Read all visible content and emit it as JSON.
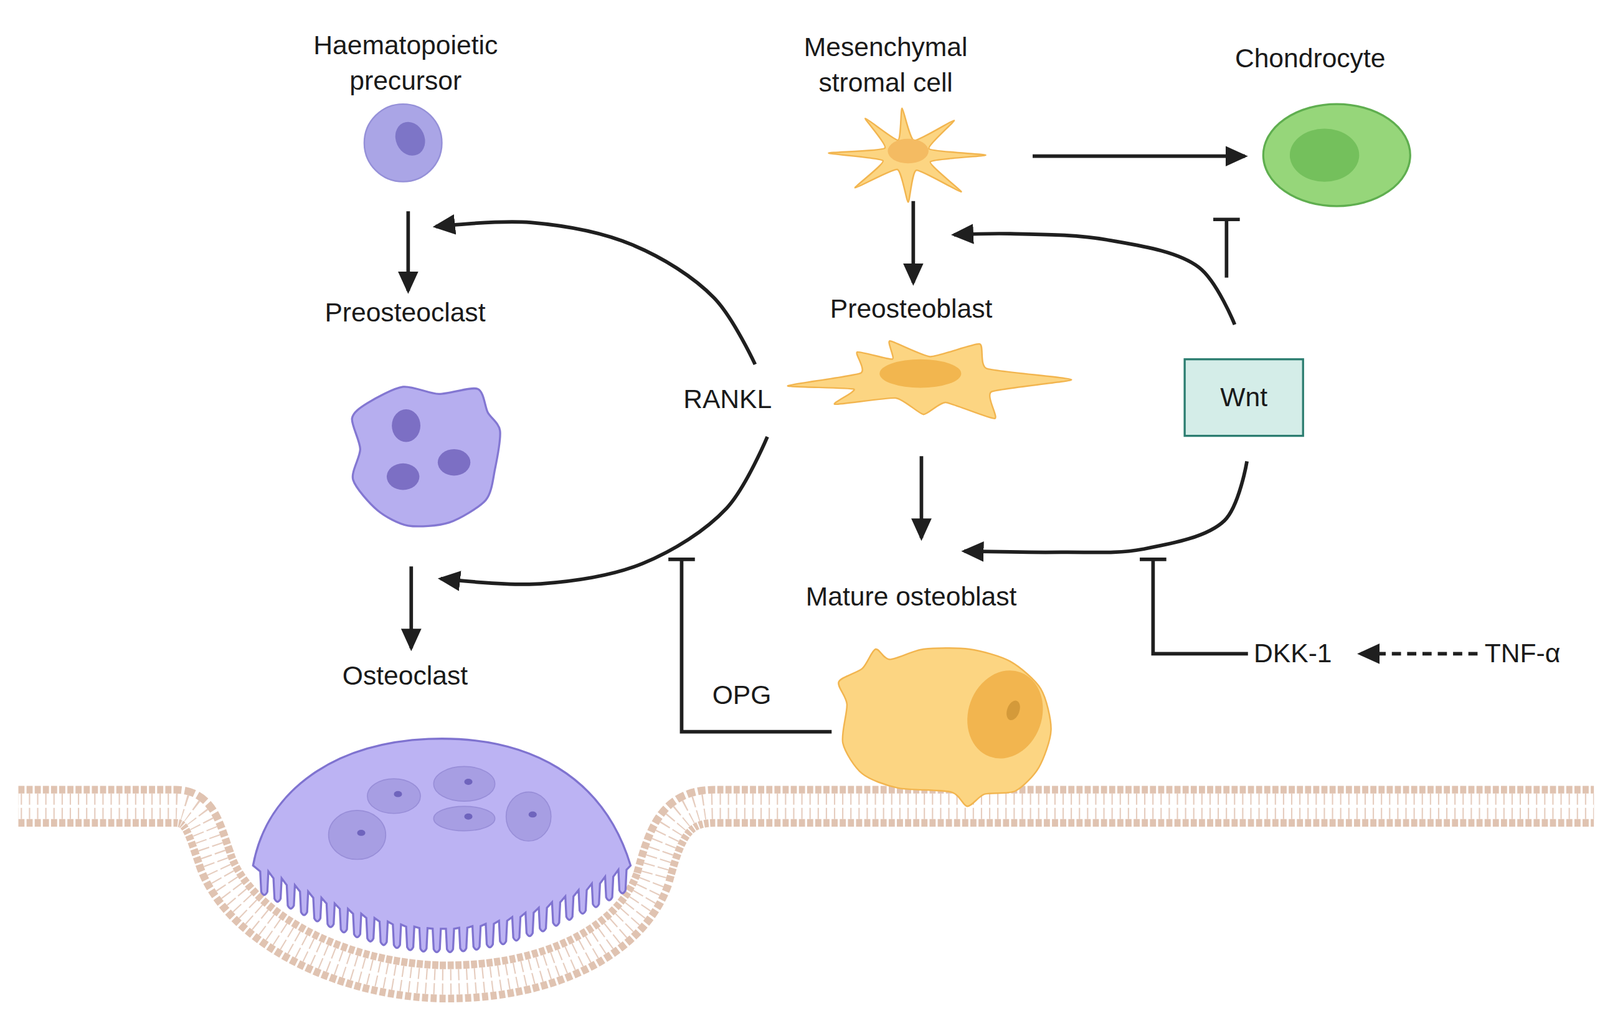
{
  "diagram": {
    "nodes": [
      {
        "text": [
          "Haematopoietic precursor"
        ]
      },
      {
        "text": [
          "Mesenchymal stromal cell"
        ]
      },
      {
        "text": [
          "Chondrocyte"
        ]
      },
      {
        "text": [
          "Preosteoclast"
        ]
      },
      {
        "text": [
          "Preosteoblast"
        ]
      },
      {
        "text": [
          "RANKL"
        ]
      },
      {
        "text": [
          "Wnt"
        ]
      },
      {
        "text": [
          "Mature osteoblast"
        ]
      },
      {
        "text": [
          "Osteoclast"
        ]
      },
      {
        "text": [
          "DKK-1"
        ]
      },
      {
        "text": [
          "TNF-α"
        ]
      }
    ],
    "edges": [
      {
        "from": 0,
        "to": 3,
        "arrow": "to"
      },
      {
        "from": 3,
        "to": 8,
        "arrow": "to"
      },
      {
        "from": 1,
        "to": 4,
        "arrow": "to"
      },
      {
        "from": 4,
        "to": 7,
        "arrow": "to"
      },
      {
        "from": 1,
        "to": 2,
        "arrow": "to"
      },
      {
        "from": 5,
        "to": 3,
        "arrow": "to"
      },
      {
        "from": 5,
        "to": 8,
        "arrow": "to"
      },
      {
        "from": 6,
        "to": 4,
        "arrow": "to"
      },
      {
        "from": 6,
        "to": 7,
        "arrow": "to"
      },
      {
        "from": 6,
        "to": 2,
        "arrow": "to"
      },
      {
        "from": 7,
        "to": 5,
        "label": "OPG",
        "arrow": "to"
      },
      {
        "from": 9,
        "to": 6,
        "arrow": "to"
      },
      {
        "from": 10,
        "to": 9,
        "arrow": "to"
      }
    ]
  }
}
